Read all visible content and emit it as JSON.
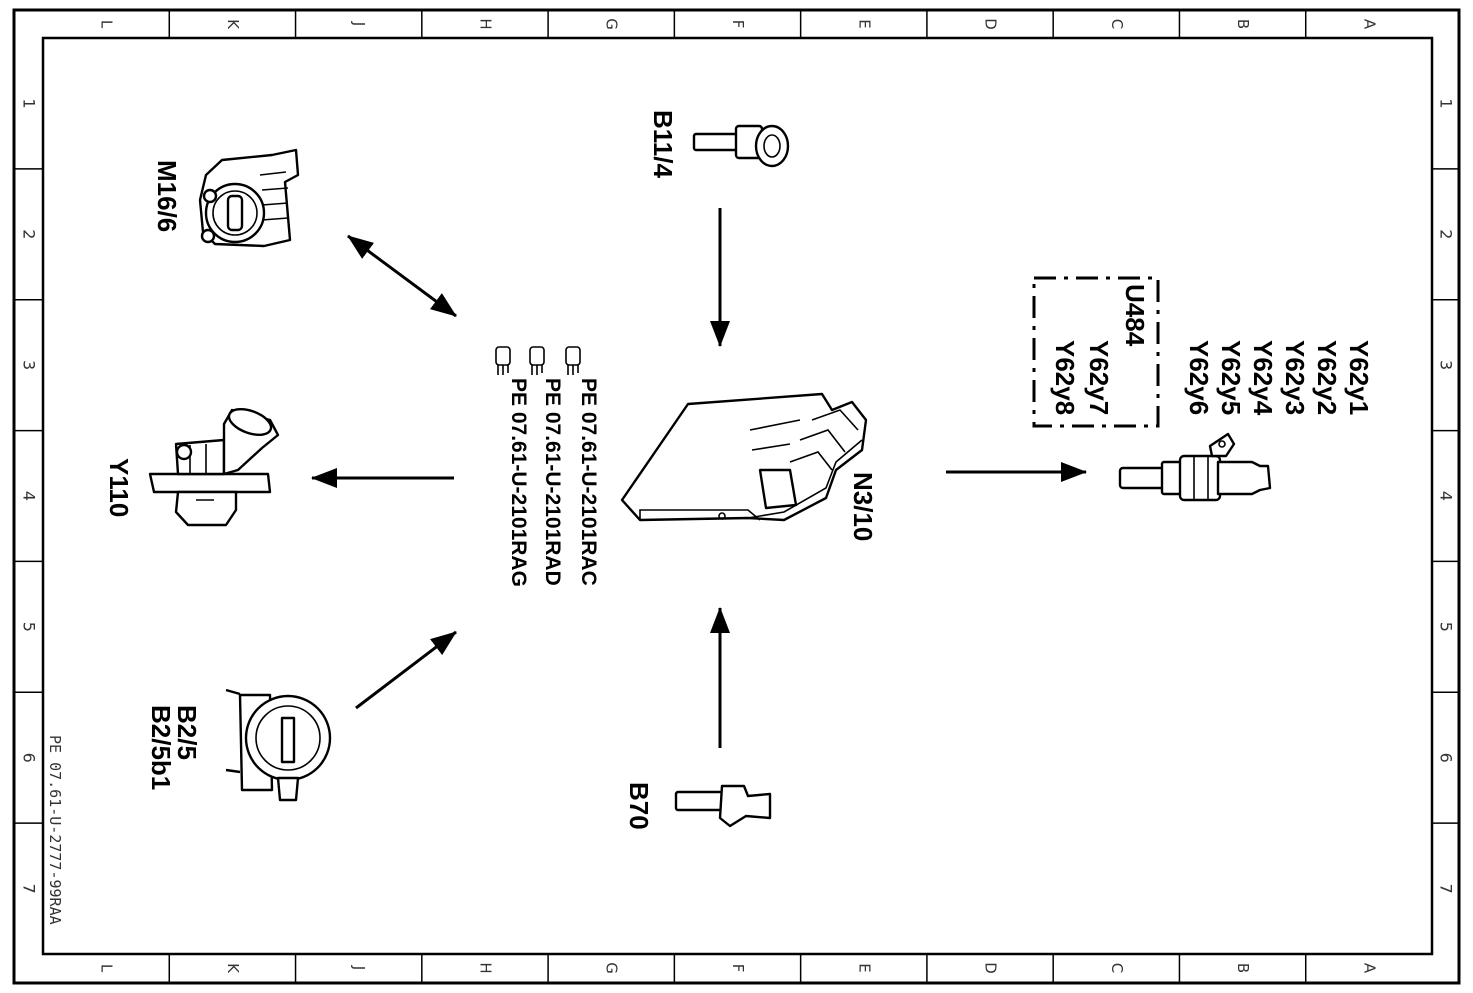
{
  "grid": {
    "columns": [
      "L",
      "K",
      "J",
      "H",
      "G",
      "F",
      "E",
      "D",
      "C",
      "B",
      "A"
    ],
    "rows": [
      "1",
      "2",
      "3",
      "4",
      "5",
      "6",
      "7"
    ]
  },
  "document_id": "PE 07.61-U-2777-99RAA",
  "components": {
    "throttle": "M16/6",
    "thermostat": "Y110",
    "cam_sensor": [
      "B2/5",
      "B2/5b1"
    ],
    "ect_sensor": "B11/4",
    "control_unit": "N3/10",
    "crank_sensor": "B70",
    "injectors": [
      "Y62y1",
      "Y62y2",
      "Y62y3",
      "Y62y4",
      "Y62y5",
      "Y62y6"
    ],
    "injector_group": {
      "name": "U484",
      "items": [
        "Y62y7",
        "Y62y8"
      ]
    }
  },
  "references": [
    {
      "icon": "pointing-hand-icon",
      "text": "PE  07.61-U-2101RAC"
    },
    {
      "icon": "pointing-hand-icon",
      "text": "PE  07.61-U-2101RAD"
    },
    {
      "icon": "pointing-hand-icon",
      "text": "PE  07.61-U-2101RAG"
    }
  ]
}
